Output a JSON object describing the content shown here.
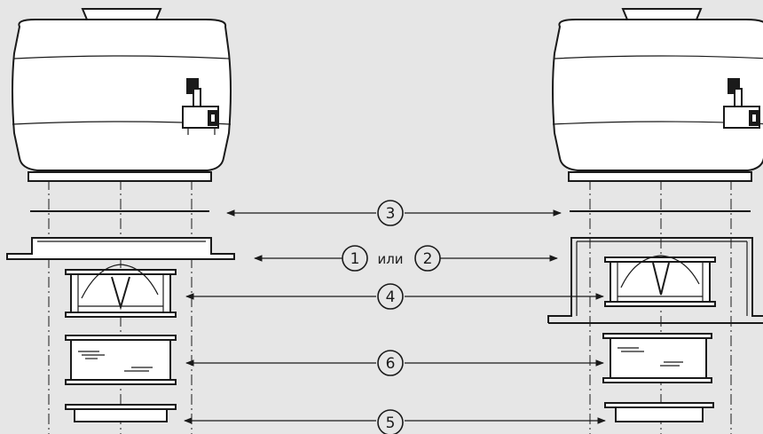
{
  "callouts": {
    "c3": "3",
    "c1": "1",
    "or_word": "или",
    "c2": "2",
    "c4": "4",
    "c6": "6",
    "c5": "5"
  }
}
